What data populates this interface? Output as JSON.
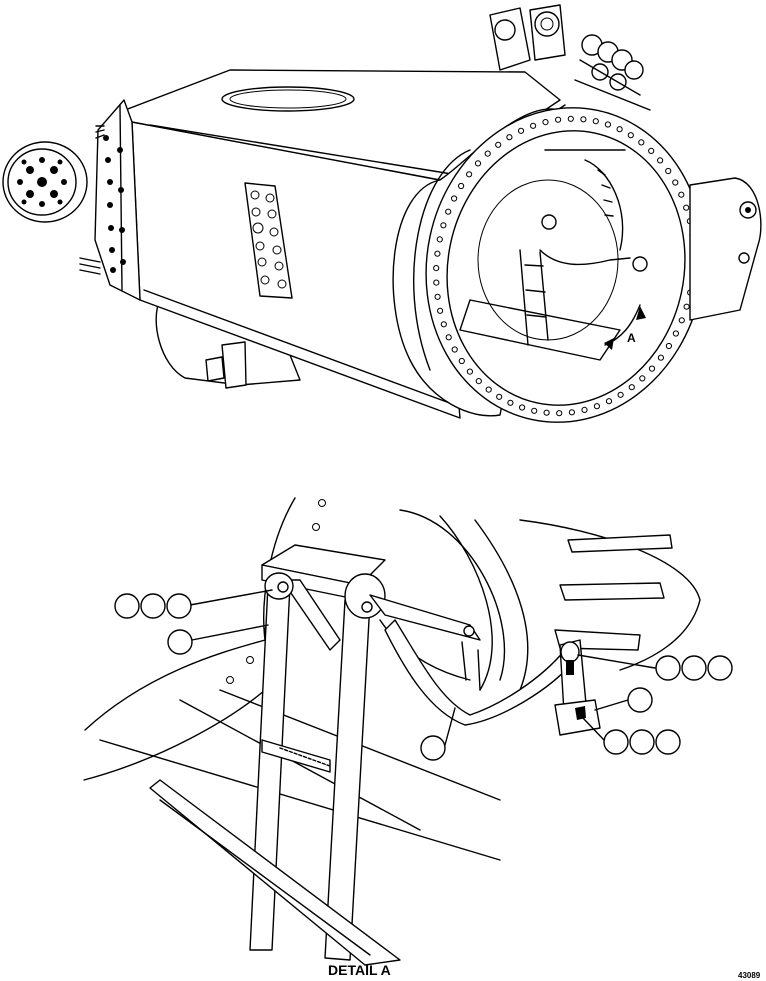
{
  "detail_title": "DETAIL A",
  "figure_code": "43089",
  "view_marker": "A"
}
